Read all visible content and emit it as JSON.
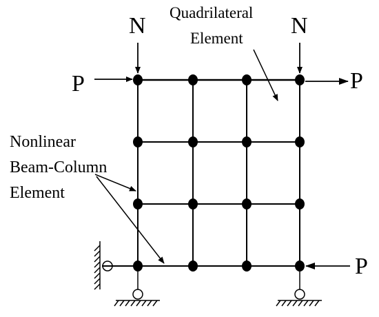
{
  "labels": {
    "n_left": "N",
    "n_right": "N",
    "p_top_left": "P",
    "p_top_right": "P",
    "p_bottom_right": "P",
    "quad_line1": "Quadrilateral",
    "quad_line2": "Element",
    "beam_line1": "Nonlinear",
    "beam_line2": "Beam-Column",
    "beam_line3": "Element"
  },
  "grid": {
    "columns": 4,
    "rows": 4
  },
  "colors": {
    "ink": "#000000",
    "background": "#ffffff"
  }
}
